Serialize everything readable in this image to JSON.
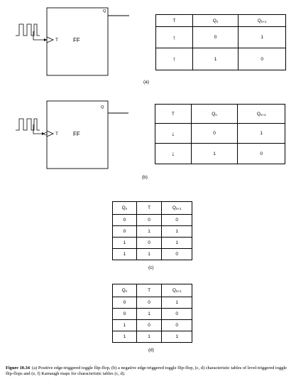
{
  "diagram_a": {
    "ff_label": "FF",
    "t_pin": "T",
    "q_pin": "Q",
    "label": "(a)",
    "table": {
      "headers": [
        "T",
        "Q",
        "n",
        "Q",
        "n+1"
      ],
      "rows": [
        {
          "t": "↑",
          "qn": "0",
          "qn1": "1"
        },
        {
          "t": "↑",
          "qn": "1",
          "qn1": "0"
        }
      ]
    }
  },
  "diagram_b": {
    "ff_label": "FF",
    "t_pin": "T",
    "q_pin": "Q",
    "label": "(b)",
    "table": {
      "rows": [
        {
          "t": "↓",
          "qn": "0",
          "qn1": "1"
        },
        {
          "t": "↓",
          "qn": "1",
          "qn1": "0"
        }
      ]
    }
  },
  "table_c": {
    "label": "(c)",
    "headers": {
      "qn": "Q",
      "qn_sub": "n",
      "t": "T",
      "qn1": "Q",
      "qn1_sub": "n+1"
    },
    "rows": [
      [
        "0",
        "0",
        "0"
      ],
      [
        "0",
        "1",
        "1"
      ],
      [
        "1",
        "0",
        "1"
      ],
      [
        "1",
        "1",
        "0"
      ]
    ]
  },
  "table_d": {
    "label": "(d)",
    "rows": [
      [
        "0",
        "0",
        "1"
      ],
      [
        "0",
        "1",
        "0"
      ],
      [
        "1",
        "0",
        "0"
      ],
      [
        "1",
        "1",
        "1"
      ]
    ]
  },
  "caption": {
    "figure": "Figure 10.34",
    "text": "(a) Positive edge-triggered toggle flip-flop, (b) a negative edge-triggered toggle flip-flop, (c, d) characteristic tables of level-triggered toggle flip-flops and (e, f) Karnaugh maps for characteristic tables (c, d)."
  }
}
